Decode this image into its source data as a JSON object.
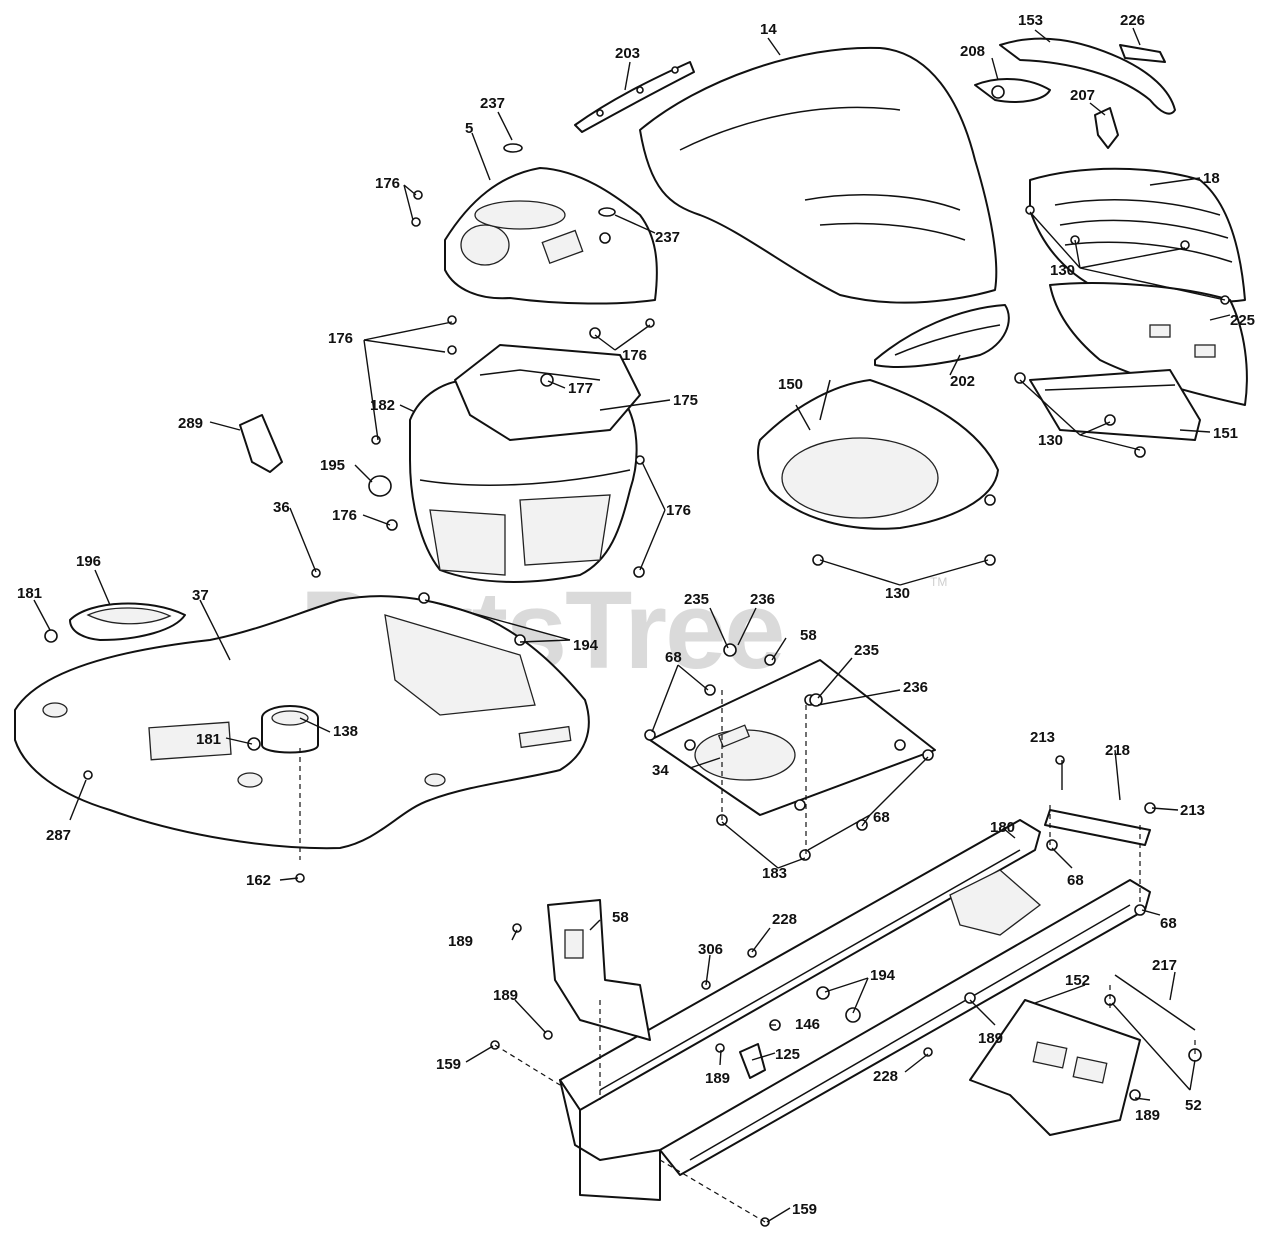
{
  "watermark": {
    "text": "PartsTree",
    "trademark": "TM"
  },
  "callouts": [
    "14",
    "153",
    "226",
    "203",
    "208",
    "207",
    "237",
    "5",
    "176",
    "18",
    "130",
    "225",
    "202",
    "177",
    "175",
    "150",
    "151",
    "182",
    "289",
    "195",
    "36",
    "196",
    "181",
    "37",
    "194",
    "235",
    "236",
    "58",
    "68",
    "138",
    "34",
    "287",
    "162",
    "183",
    "213",
    "218",
    "180",
    "189",
    "228",
    "306",
    "146",
    "125",
    "159",
    "217",
    "152",
    "52"
  ]
}
